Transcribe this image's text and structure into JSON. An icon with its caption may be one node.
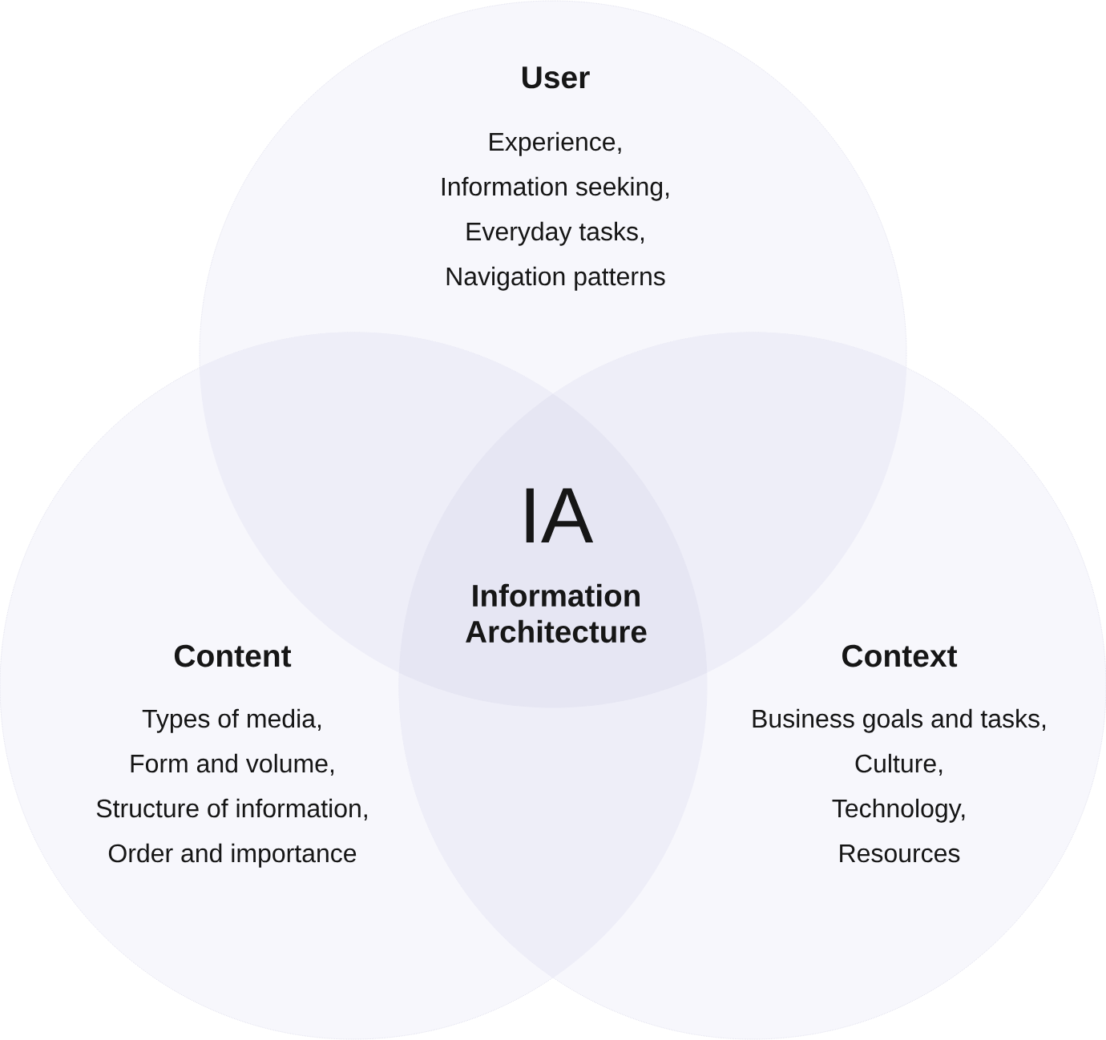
{
  "diagram": {
    "nodes": [
      {
        "text": [
          "User",
          "Experience,",
          "Information seeking,",
          "Everyday tasks,",
          "Navigation patterns"
        ]
      },
      {
        "text": [
          "IA",
          "Information Architecture"
        ]
      },
      {
        "text": [
          "Content",
          "Types of media,",
          "Form and volume,",
          "Structure of information,",
          "Order and importance"
        ]
      },
      {
        "text": [
          "Context",
          "Business goals and tasks,",
          "Culture,",
          "Technology,",
          "Resources"
        ]
      },
      {
        "text": [],
        "shape": "lens"
      },
      {
        "text": [],
        "shape": "lens"
      },
      {
        "text": [],
        "shape": "lens"
      }
    ]
  }
}
